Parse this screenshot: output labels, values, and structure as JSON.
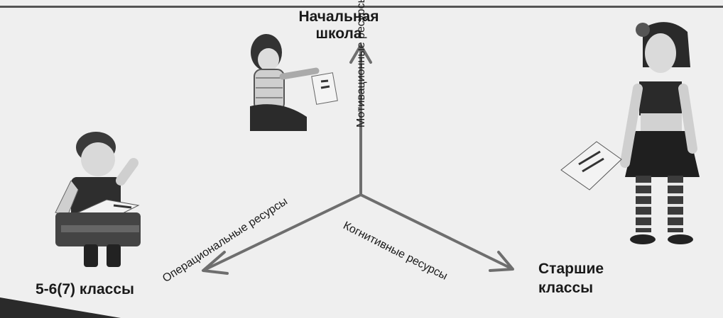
{
  "diagram": {
    "poles": {
      "top": "Начальная школа",
      "left": "5-6(7) классы",
      "right_line1": "Старшие",
      "right_line2": "классы"
    },
    "axes": {
      "motivational": "Мотивационные ресурсы",
      "operational": "Операциональные ресурсы",
      "cognitive": "Когнитивные ресурсы"
    },
    "figures": [
      "kneeling-child",
      "boy-with-book",
      "girl-with-book"
    ],
    "colors": {
      "paper": "#efefef",
      "ink": "#1a1a1a",
      "arrow": "#6e6e6e"
    }
  }
}
